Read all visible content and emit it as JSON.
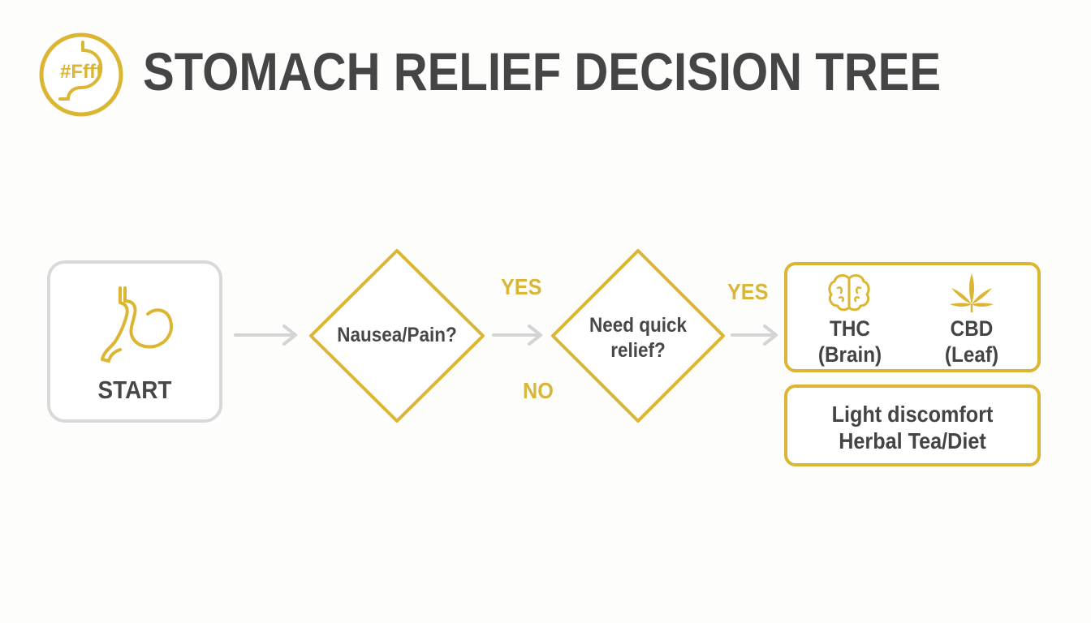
{
  "header": {
    "logo_text": "#Ffff",
    "title": "STOMACH RELIEF DECISION TREE"
  },
  "flow": {
    "start_label": "START",
    "question1": "Nausea/Pain?",
    "question2_line1": "Need quick",
    "question2_line2": "relief?",
    "edge_yes_1": "YES",
    "edge_no": "NO",
    "edge_yes_2": "YES"
  },
  "results": {
    "cannabis": {
      "thc_line1": "THC",
      "thc_line2": "(Brain)",
      "cbd_line1": "CBD",
      "cbd_line2": "(Leaf)"
    },
    "alternative_line1": "Light discomfort",
    "alternative_line2": "Herbal Tea/Diet"
  },
  "icons": [
    "stomach-logo-icon",
    "stomach-icon",
    "arrow-right-icon",
    "brain-icon",
    "cannabis-leaf-icon"
  ],
  "colors": {
    "accent_gold": "#dcb532",
    "text_dark": "#454545",
    "start_border": "#d9d9d9",
    "arrow_gray": "#d4d4d4"
  }
}
